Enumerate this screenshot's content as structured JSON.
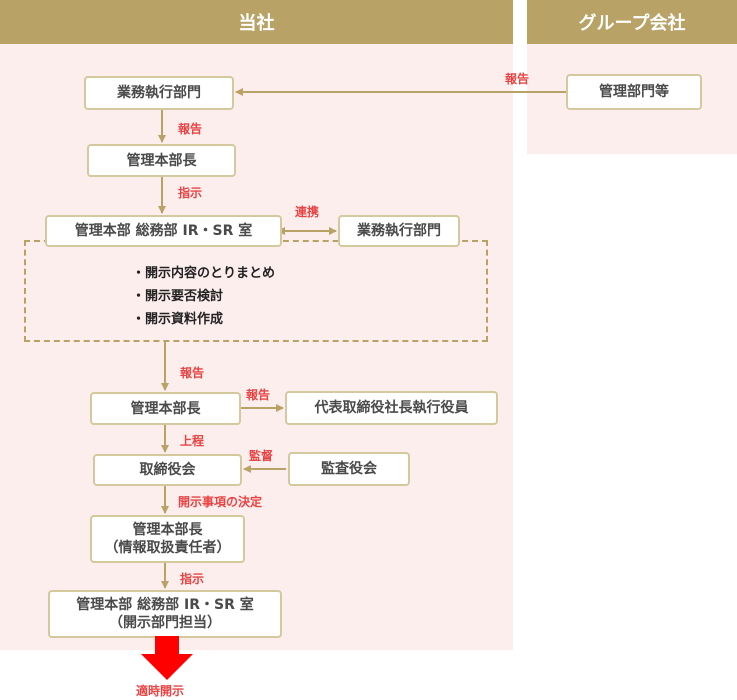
{
  "header": {
    "left_title": "当社",
    "right_title": "グループ会社"
  },
  "boxes": {
    "gyomu_top": "業務執行部門",
    "group_kanri": "管理部門等",
    "kanri1": "管理本部長",
    "soumu1": "管理本部 総務部 IR・SR 室",
    "gyomu_mid": "業務執行部門",
    "kanri2": "管理本部長",
    "daihyo": "代表取締役社長執行役員",
    "torishimari": "取締役会",
    "kansa": "監査役会",
    "kanri3_line1": "管理本部長",
    "kanri3_line2": "（情報取扱責任者）",
    "soumu2_line1": "管理本部 総務部 IR・SR 室",
    "soumu2_line2": "（開示部門担当）"
  },
  "tasks": [
    "・開示内容のとりまとめ",
    "・開示要否検討",
    "・開示資料作成"
  ],
  "labels": {
    "report_group": "報告",
    "report1": "報告",
    "instruct1": "指示",
    "liaison": "連携",
    "report2": "報告",
    "report3": "報告",
    "submit": "上程",
    "audit": "監督",
    "decision": "開示事項の決定",
    "instruct2": "指示",
    "timely": "適時開示"
  },
  "colors": {
    "accent": "#b8a266",
    "panel": "#fdeeee",
    "label": "#e84444",
    "disclose": "#ff0000"
  }
}
